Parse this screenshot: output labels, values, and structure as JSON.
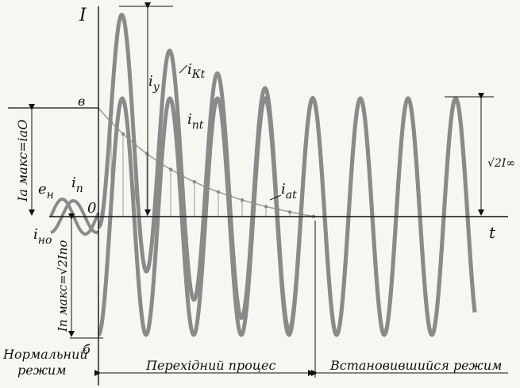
{
  "labels": {
    "axis_i": "I",
    "axis_t": "t",
    "origin": "0",
    "point_v": "в",
    "point_b": "б",
    "i_kt": "i",
    "i_kt_sub": "Кt",
    "i_y": "i",
    "i_y_sub": "y",
    "i_nt": "i",
    "i_nt_sub": "nt",
    "i_at": "i",
    "i_at_sub": "at",
    "e_n": "e",
    "e_n_sub": "н",
    "i_n": "i",
    "i_n_sub": "n",
    "i_no": "i",
    "i_no_sub": "но",
    "i_a_max": "Iа макс=iаО",
    "i_p_max": "Iп макс=√2Iпо",
    "sqrt2_inf": "√2I∞",
    "normal_mode_1": "Нормальний",
    "normal_mode_2": "режим",
    "transient": "Перехідний процес",
    "steady": "Встановившийся режим"
  },
  "colors": {
    "wave": "#8a8a8a",
    "axis": "#111111",
    "aperiodic": "#9a9a9a"
  }
}
